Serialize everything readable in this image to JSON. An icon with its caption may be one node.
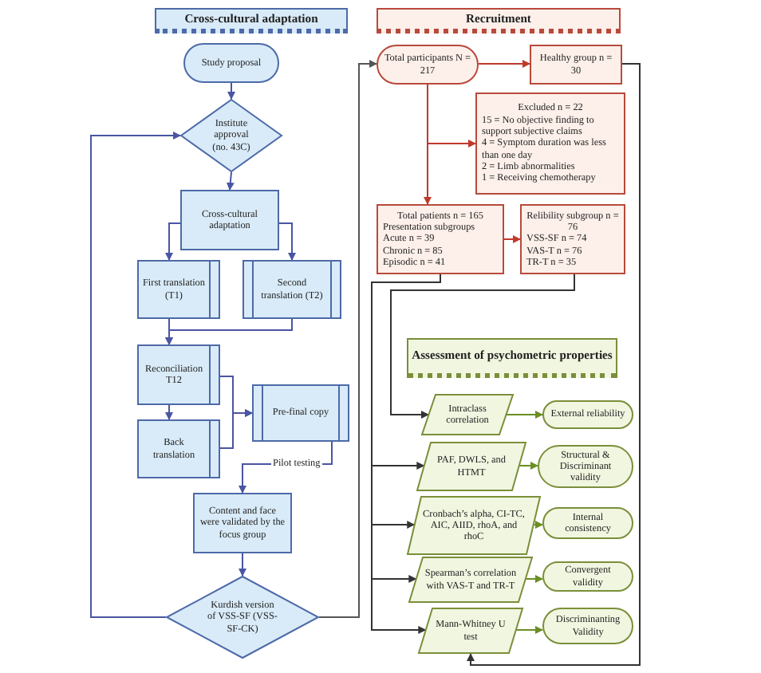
{
  "diagram": {
    "nodes": [
      {
        "text": [
          "Cross-cultural adaptation"
        ]
      },
      {
        "text": [
          "Study proposal"
        ]
      },
      {
        "text": [
          "Institute approval (no. 43C)"
        ]
      },
      {
        "text": [
          "Cross-cultural adaptation"
        ]
      },
      {
        "text": [
          "First translation (T1)"
        ]
      },
      {
        "text": [
          "Second translation (T2)"
        ]
      },
      {
        "text": [
          "Reconciliation T12"
        ]
      },
      {
        "text": [
          "Back translation"
        ]
      },
      {
        "text": [
          "Pre-final copy"
        ]
      },
      {
        "text": [
          "Content and face were validated by the focus group"
        ]
      },
      {
        "text": [
          "Kurdish version of VSS-SF (VSS-SF-CK)"
        ]
      },
      {
        "text": [
          "Recruitment"
        ]
      },
      {
        "text": [
          "Total participants N = 217"
        ]
      },
      {
        "text": [
          "Healthy group n = 30"
        ]
      },
      {
        "text": [
          "Excluded n = 22",
          "15 = No objective finding to support subjective claims",
          "4 = Symptom duration was less than one day",
          "2 = Limb abnormalities",
          "1 = Receiving chemotherapy"
        ]
      },
      {
        "text": [
          "Total patients n = 165",
          "Presentation subgroups",
          "Acute n = 39",
          "Chronic n = 85",
          "Episodic n = 41"
        ]
      },
      {
        "text": [
          "Relibility subgroup n = 76",
          "VSS-SF n = 74",
          "VAS-T n = 76",
          "TR-T n = 35"
        ]
      },
      {
        "text": [
          "Assessment of psychometric properties"
        ]
      },
      {
        "text": [
          "Intraclass correlation"
        ]
      },
      {
        "text": [
          "External reliability"
        ]
      },
      {
        "text": [
          "PAF, DWLS, and HTMT"
        ]
      },
      {
        "text": [
          "Structural & Discriminant validity"
        ]
      },
      {
        "text": [
          "Cronbach’s alpha, CI-TC, AIC, AIID, rhoA, and rhoC"
        ]
      },
      {
        "text": [
          "Internal consistency"
        ]
      },
      {
        "text": [
          "Spearman’s correlation with VAS-T and TR-T"
        ]
      },
      {
        "text": [
          "Convergent validity"
        ]
      },
      {
        "text": [
          "Mann-Whitney U test"
        ]
      },
      {
        "text": [
          "Discriminanting Validity"
        ]
      }
    ],
    "edges": [
      {
        "from": 1,
        "to": 2,
        "arrow": "to"
      },
      {
        "from": 2,
        "to": 3,
        "arrow": "to"
      },
      {
        "from": 3,
        "to": 4,
        "arrow": "to"
      },
      {
        "from": 3,
        "to": 5,
        "arrow": "to"
      },
      {
        "from": 4,
        "to": 6,
        "arrow": "to"
      },
      {
        "from": 5,
        "to": 6,
        "arrow": "to"
      },
      {
        "from": 6,
        "to": 7,
        "arrow": "to"
      },
      {
        "from": 6,
        "to": 8,
        "arrow": "to"
      },
      {
        "from": 7,
        "to": 8,
        "arrow": "to"
      },
      {
        "from": 8,
        "to": 9,
        "arrow": "to",
        "label": "Pilot testing"
      },
      {
        "from": 9,
        "to": 10,
        "arrow": "to"
      },
      {
        "from": 10,
        "to": 2,
        "arrow": "to"
      },
      {
        "from": 10,
        "to": 12,
        "arrow": "to",
        "color": "#555555"
      },
      {
        "from": 12,
        "to": 13,
        "arrow": "to",
        "color": "#c0392b"
      },
      {
        "from": 12,
        "to": 14,
        "arrow": "to",
        "color": "#c0392b"
      },
      {
        "from": 12,
        "to": 15,
        "arrow": "to",
        "color": "#c0392b"
      },
      {
        "from": 15,
        "to": 16,
        "arrow": "to",
        "color": "#c0392b"
      },
      {
        "from": 16,
        "to": 18,
        "arrow": "to",
        "color": "#333333"
      },
      {
        "from": 15,
        "to": 20,
        "arrow": "to",
        "color": "#333333"
      },
      {
        "from": 15,
        "to": 22,
        "arrow": "to",
        "color": "#333333"
      },
      {
        "from": 15,
        "to": 24,
        "arrow": "to",
        "color": "#333333"
      },
      {
        "from": 15,
        "to": 26,
        "arrow": "to",
        "color": "#333333"
      },
      {
        "from": 13,
        "to": 26,
        "arrow": "to",
        "color": "#333333"
      },
      {
        "from": 18,
        "to": 19,
        "arrow": "to",
        "color": "#6b8e23"
      },
      {
        "from": 20,
        "to": 21,
        "arrow": "to",
        "color": "#6b8e23"
      },
      {
        "from": 22,
        "to": 23,
        "arrow": "to",
        "color": "#6b8e23"
      },
      {
        "from": 24,
        "to": 25,
        "arrow": "to",
        "color": "#6b8e23"
      },
      {
        "from": 26,
        "to": 27,
        "arrow": "to",
        "color": "#6b8e23"
      }
    ]
  }
}
